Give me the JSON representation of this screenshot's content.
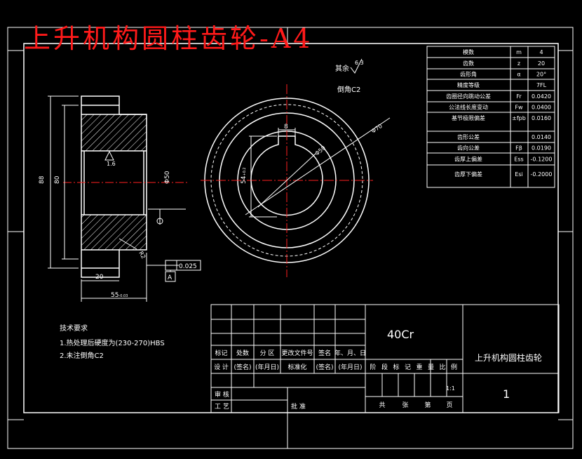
{
  "overlay_title": "上升机构圆柱齿轮-A4",
  "roughness": {
    "label": "其余",
    "value": "6.3"
  },
  "chamfer_note": "倒角C2",
  "left_view": {
    "roughness": "1.6",
    "dim_outer": "88",
    "dim_inner": "80",
    "dim_bore": "Φ50",
    "dim_radius": "R2",
    "dim_hub": "20",
    "dim_width": "55",
    "dim_width_tol": "-0.03",
    "runout_value": "0.025",
    "datum": "A"
  },
  "front_view": {
    "dim_key": "8",
    "dim_keyway": "54",
    "dim_keyway_tol": "+0.2",
    "dim_bore_dia": "Φ50",
    "dim_pitch": "Φ70"
  },
  "param_table": [
    {
      "name": "模数",
      "sym": "m",
      "val": "4"
    },
    {
      "name": "齿数",
      "sym": "z",
      "val": "20"
    },
    {
      "name": "齿形角",
      "sym": "α",
      "val": "20°"
    },
    {
      "name": "精度等级",
      "sym": "",
      "val": "7FL"
    },
    {
      "name": "齿圈径向跳动公差",
      "sym": "Fr",
      "val": "0.0420"
    },
    {
      "name": "公法线长度变动",
      "sym": "Fw",
      "val": "0.0400"
    },
    {
      "name": "基节极限偏差",
      "sym": "±fpb",
      "val": "0.0160"
    },
    {
      "name": "齿形公差",
      "sym": "",
      "val": "0.0140"
    },
    {
      "name": "齿向公差",
      "sym": "Fβ",
      "val": "0.0190"
    },
    {
      "name": "齿厚上偏差",
      "sym": "Ess",
      "val": "-0.1200"
    },
    {
      "name": "齿厚下偏差",
      "sym": "Esi",
      "val": "-0.2000"
    }
  ],
  "tech_requirements": {
    "title": "技术要求",
    "items": [
      "1.热处理后硬度为(230-270)HBS",
      "2.未注倒角C2"
    ]
  },
  "title_block": {
    "material": "40Cr",
    "part_name": "上升机构圆柱齿轮",
    "drawing_no": "1",
    "ratio": "1:1",
    "headers": [
      "标记",
      "处数",
      "分 区",
      "更改文件号",
      "签名",
      "年、月、日"
    ],
    "row_design": [
      "设 计",
      "(签名)",
      "(年月日)",
      "标准化",
      "(签名)",
      "(年月日)"
    ],
    "stage_labels": [
      "阶",
      "段",
      "标",
      "记",
      "重",
      "量",
      "比",
      "例"
    ],
    "review": "审 核",
    "process": "工 艺",
    "approve": "批 准",
    "sheets": [
      "共",
      "张",
      "第",
      "页"
    ]
  },
  "colors": {
    "background": "#000000",
    "lines": "#ffffff",
    "centerline": "#ff2020",
    "title": "#ff1a1a"
  }
}
